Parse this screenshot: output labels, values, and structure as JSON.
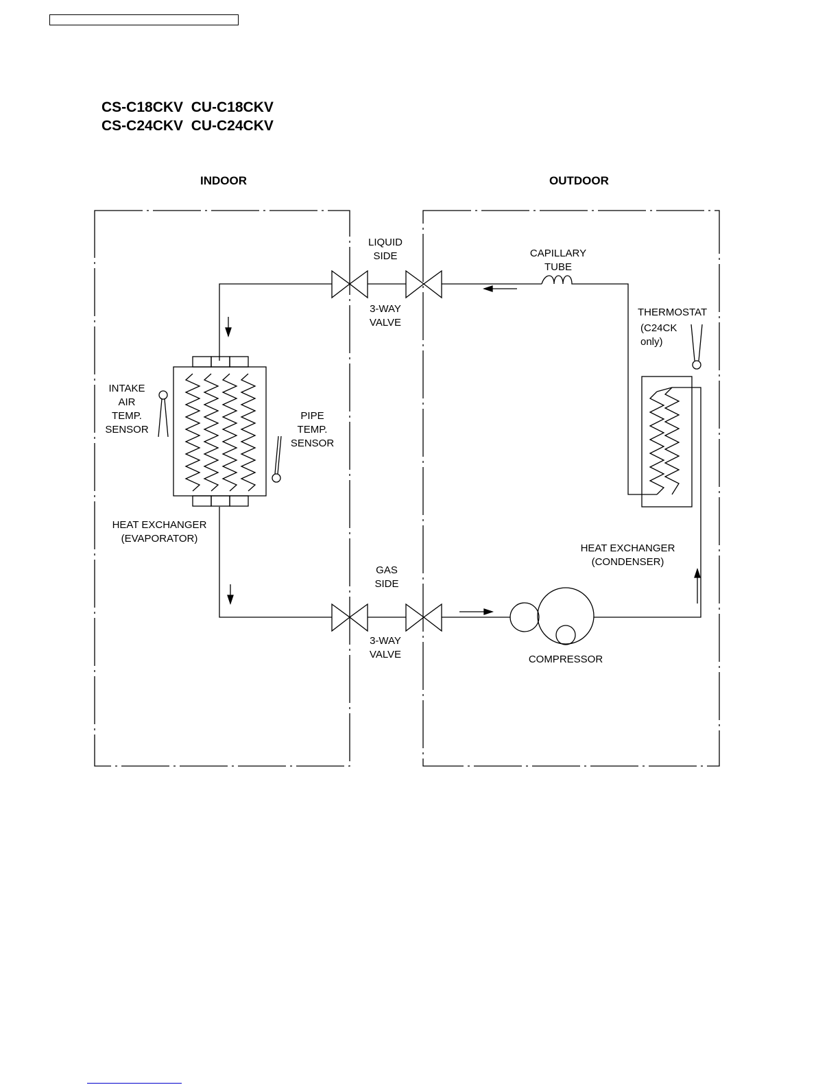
{
  "models": {
    "line1": "CS-C18CKV  CU-C18CKV",
    "line2": "CS-C24CKV  CU-C24CKV"
  },
  "regions": {
    "indoor": "INDOOR",
    "outdoor": "OUTDOOR"
  },
  "labels": {
    "liquid_side": "LIQUID\nSIDE",
    "valve_top": "3-WAY\nVALVE",
    "capillary_tube": "CAPILLARY\nTUBE",
    "thermostat": "THERMOSTAT",
    "thermostat_note": "(C24CK\nonly)",
    "intake_sensor": "INTAKE\nAIR\nTEMP.\nSENSOR",
    "pipe_sensor": "PIPE\nTEMP.\nSENSOR",
    "evaporator": "HEAT EXCHANGER\n(EVAPORATOR)",
    "condenser": "HEAT EXCHANGER\n(CONDENSER)",
    "gas_side": "GAS\nSIDE",
    "valve_bottom": "3-WAY\nVALVE",
    "compressor": "COMPRESSOR"
  }
}
